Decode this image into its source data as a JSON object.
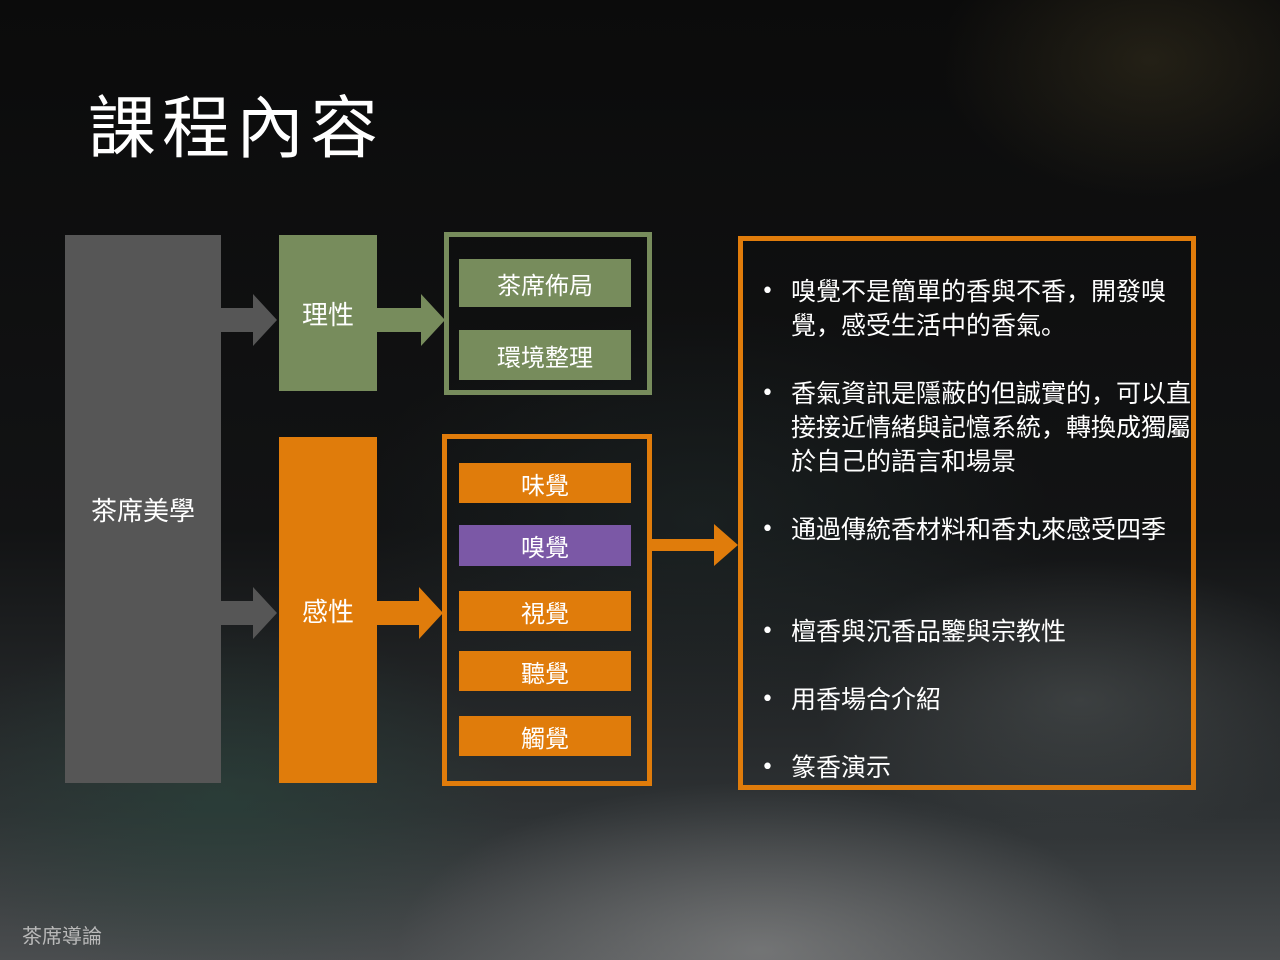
{
  "title": "課程內容",
  "root_label": "茶席美學",
  "branches": {
    "rational": {
      "label": "理性",
      "items": [
        "茶席佈局",
        "環境整理"
      ]
    },
    "emotional": {
      "label": "感性",
      "items": [
        "味覺",
        "嗅覺",
        "視覺",
        "聽覺",
        "觸覺"
      ],
      "highlighted": "嗅覺"
    }
  },
  "details": [
    "嗅覺不是簡單的香與不香，開發嗅覺，感受生活中的香氣。",
    "香氣資訊是隱蔽的但誠實的，可以直接接近情緒與記憶系統，轉換成獨屬於自己的語言和場景",
    "通過傳統香材料和香丸來感受四季",
    "檀香與沉香品鑒與宗教性",
    "用香場合介紹",
    "篆香演示"
  ],
  "footer": "茶席導論",
  "colors": {
    "gray": "#565656",
    "green": "#778c5c",
    "orange": "#e07c0b",
    "purple": "#7b58a6"
  }
}
